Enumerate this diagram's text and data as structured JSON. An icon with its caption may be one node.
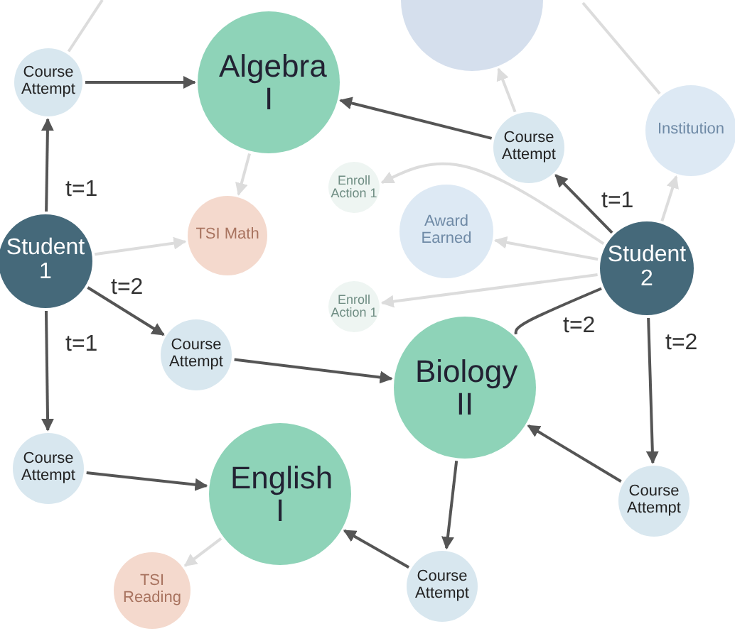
{
  "diagram": {
    "nodes": [
      {
        "text": [
          "Course Attempt"
        ]
      },
      {
        "text": [
          "Algebra I"
        ]
      },
      {
        "text": [
          "Course Attempt"
        ]
      },
      {
        "text": [
          "Institution"
        ]
      },
      {
        "text": [
          "Enroll Action 1"
        ]
      },
      {
        "text": [
          "Award Earned"
        ]
      },
      {
        "text": [
          "TSI Math"
        ]
      },
      {
        "text": [
          "Student 1"
        ]
      },
      {
        "text": [
          "Student 2"
        ]
      },
      {
        "text": [
          "Enroll Action 1"
        ]
      },
      {
        "text": [
          "Course Attempt"
        ]
      },
      {
        "text": [
          "Biology II"
        ]
      },
      {
        "text": [
          "Course Attempt"
        ]
      },
      {
        "text": [
          "English I"
        ]
      },
      {
        "text": [
          "Course Attempt"
        ]
      },
      {
        "text": [
          "Course Attempt"
        ]
      },
      {
        "text": [
          "TSI Reading"
        ]
      },
      {
        "text": [],
        "shape": "circle"
      }
    ],
    "edges": [
      {
        "from": 7,
        "to": 0,
        "arrow": "to",
        "label": "t=1"
      },
      {
        "from": 0,
        "to": 1,
        "arrow": "to"
      },
      {
        "from": 7,
        "to": 10,
        "arrow": "to",
        "label": "t=2"
      },
      {
        "from": 10,
        "to": 11,
        "arrow": "to"
      },
      {
        "from": 7,
        "to": 12,
        "arrow": "to",
        "label": "t=1"
      },
      {
        "from": 12,
        "to": 13,
        "arrow": "to"
      },
      {
        "from": 8,
        "to": 2,
        "arrow": "to",
        "label": "t=1"
      },
      {
        "from": 2,
        "to": 1,
        "arrow": "to"
      },
      {
        "from": 8,
        "to": 11,
        "arrow": "none",
        "label": "t=2"
      },
      {
        "from": 8,
        "to": 14,
        "arrow": "to",
        "label": "t=2"
      },
      {
        "from": 14,
        "to": 11,
        "arrow": "to"
      },
      {
        "from": 11,
        "to": 15,
        "arrow": "to"
      },
      {
        "from": 15,
        "to": 13,
        "arrow": "to"
      },
      {
        "from": 1,
        "to": 6,
        "arrow": "to",
        "color": "#dcdcdc"
      },
      {
        "from": 7,
        "to": 6,
        "arrow": "to",
        "color": "#dcdcdc"
      },
      {
        "from": 8,
        "to": 4,
        "arrow": "to",
        "color": "#dcdcdc"
      },
      {
        "from": 8,
        "to": 5,
        "arrow": "to",
        "color": "#dcdcdc"
      },
      {
        "from": 8,
        "to": 9,
        "arrow": "to",
        "color": "#dcdcdc"
      },
      {
        "from": 8,
        "to": 3,
        "arrow": "to",
        "color": "#dcdcdc"
      },
      {
        "from": 13,
        "to": 16,
        "arrow": "to",
        "color": "#dcdcdc"
      },
      {
        "from": 2,
        "to": 17,
        "arrow": "to",
        "color": "#dcdcdc"
      },
      {
        "from": 0,
        "to": null,
        "arrow": "none",
        "color": "#dcdcdc"
      },
      {
        "from": null,
        "to": 3,
        "arrow": "none",
        "color": "#dcdcdc"
      }
    ]
  }
}
